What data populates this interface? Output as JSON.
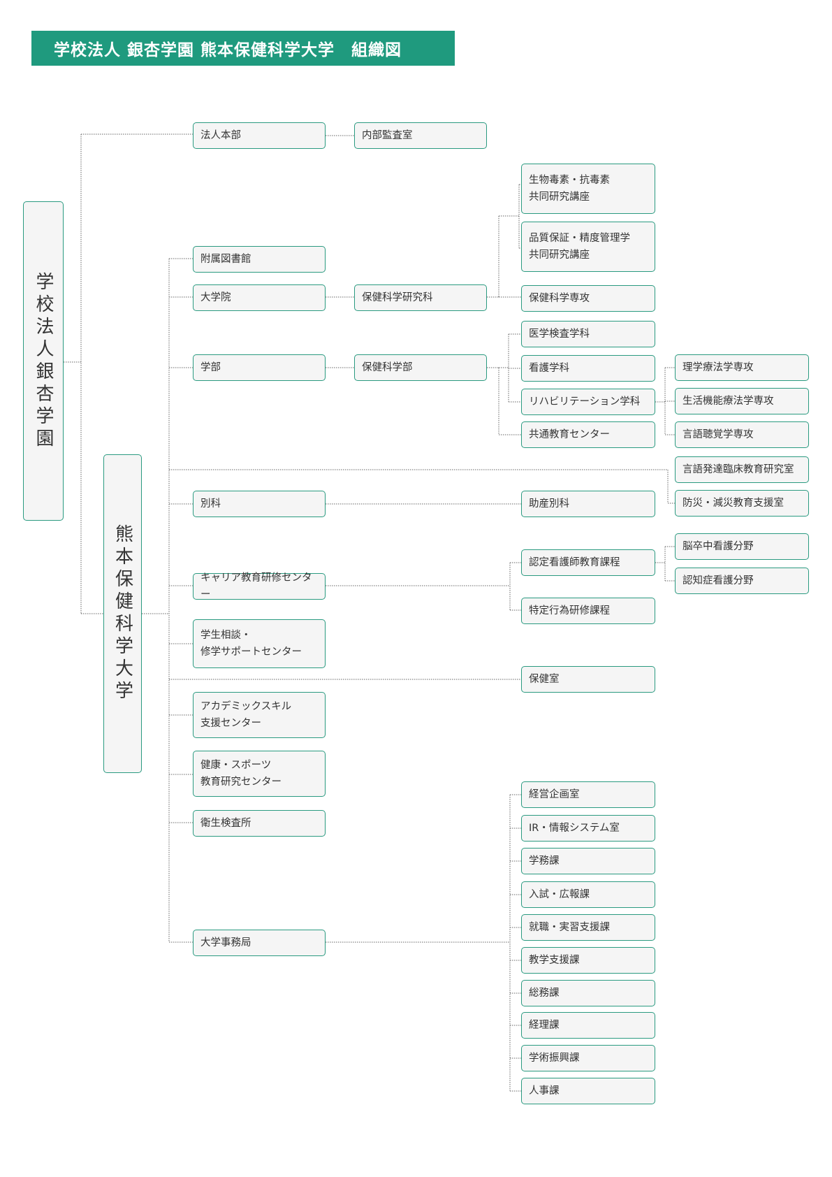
{
  "title": "学校法人 銀杏学園 熊本保健科学大学　組織図",
  "root": "学校法人銀杏学園",
  "university": "熊本保健科学大学",
  "nodes": {
    "houjin_honbu": "法人本部",
    "naibu_kansa": "内部監査室",
    "seibutsu": "生物毒素・抗毒素\n共同研究講座",
    "hinshitsu": "品質保証・精度管理学\n共同研究講座",
    "fuzoku_toshokan": "附属図書館",
    "daigakuin": "大学院",
    "hoken_kenkyuka": "保健科学研究科",
    "hoken_senko": "保健科学専攻",
    "igaku_kensa": "医学検査学科",
    "gakubu": "学部",
    "hoken_gakubu": "保健科学部",
    "kango": "看護学科",
    "rihabiri": "リハビリテーション学科",
    "rigaku": "理学療法学専攻",
    "seikatsu": "生活機能療法学専攻",
    "gengo_chokaku": "言語聴覚学専攻",
    "kyotsu_kyoiku": "共通教育センター",
    "gengo_hattatsu": "言語発達臨床教育研究室",
    "bosai": "防災・減災教育支援室",
    "bekka": "別科",
    "josan_bekka": "助産別科",
    "nintei_kango": "認定看護師教育課程",
    "nousochu": "脳卒中看護分野",
    "career": "キャリア教育研修センター",
    "ninchisho": "認知症看護分野",
    "tokutei": "特定行為研修課程",
    "gakusei_sodan": "学生相談・\n修学サポートセンター",
    "hokenshitsu": "保健室",
    "academic": "アカデミックスキル\n支援センター",
    "kenko_sports": "健康・スポーツ\n教育研究センター",
    "eisei_kensa": "衛生検査所",
    "keiei_kikaku": "経営企画室",
    "ir": "IR・情報システム室",
    "gakumu": "学務課",
    "nyushi": "入試・広報課",
    "shushoku": "就職・実習支援課",
    "kyogaku": "教学支援課",
    "daigaku_jimu": "大学事務局",
    "somu": "総務課",
    "keiri": "経理課",
    "gakujutsu": "学術振興課",
    "jinji": "人事課"
  },
  "colors": {
    "accent": "#1f9a7e",
    "box_border": "#2a9a80",
    "box_fill": "#f5f5f5",
    "connector": "#666666"
  }
}
